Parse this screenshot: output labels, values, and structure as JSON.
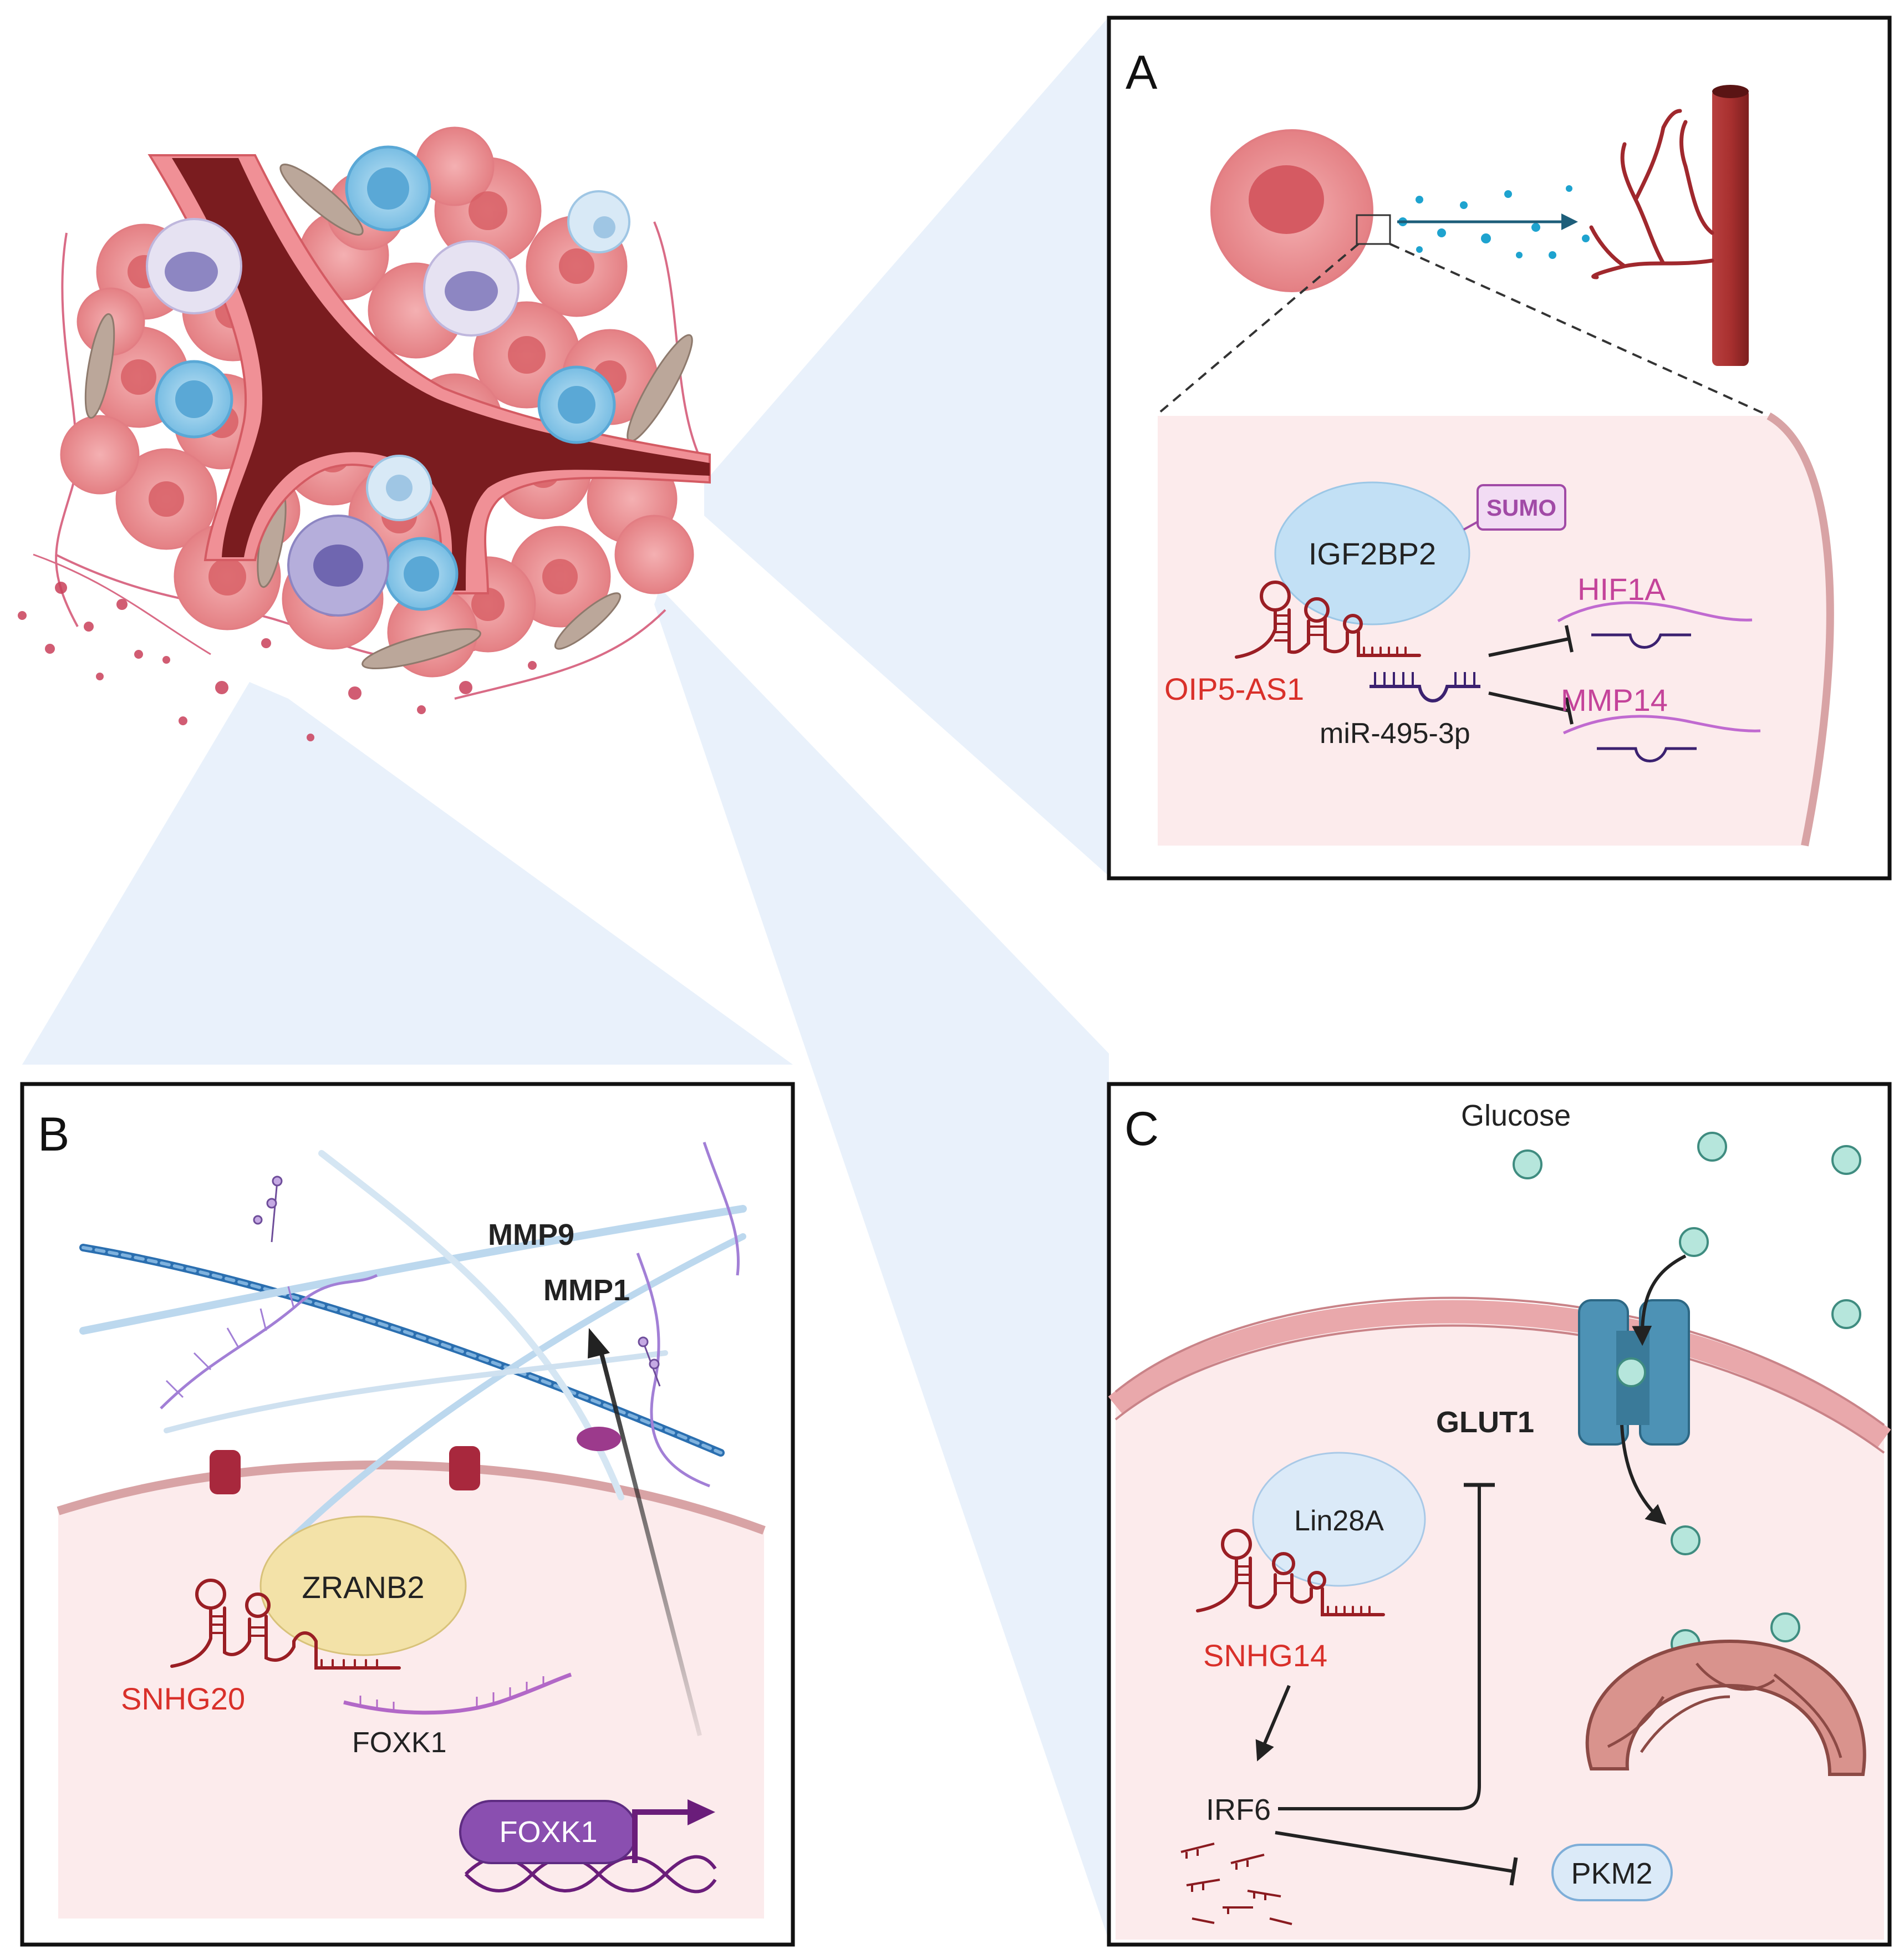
{
  "panels": {
    "a": {
      "letter": "A",
      "protein": "IGF2BP2",
      "modifier": "SUMO",
      "lncrna": "OIP5-AS1",
      "mirna": "miR-495-3p",
      "targets": [
        "HIF1A",
        "MMP14"
      ]
    },
    "b": {
      "letter": "B",
      "enzymes": [
        "MMP9",
        "MMP1"
      ],
      "protein": "ZRANB2",
      "lncrna": "SNHG20",
      "mrna": "FOXK1",
      "tf": "FOXK1"
    },
    "c": {
      "letter": "C",
      "metabolite": "Glucose",
      "transporter": "GLUT1",
      "protein": "Lin28A",
      "lncrna": "SNHG14",
      "regulator": "IRF6",
      "enzyme": "PKM2"
    }
  },
  "colors": {
    "lncrna_text": "#d9302a",
    "target_text": "#c4439a",
    "cell_pink": "#f3a3a6",
    "vessel_red": "#7a1c1f",
    "immune_blue": "#8fcbe8",
    "cytoplasm": "#fcebec",
    "protein_blue": "#c2e0f5",
    "zranb2_yellow": "#f3e2a8",
    "glucose_teal": "#b6e6dc",
    "transporter_blue": "#4d92b5",
    "foxk1_purple": "#8a4fb0",
    "ecm_blue": "#bcd8ee"
  },
  "icons": [
    "tumor-cell-icon",
    "blood-vessel-icon",
    "mitochondrion-icon",
    "dna-icon",
    "rna-hairpin-icon",
    "transporter-icon",
    "collagen-fiber-icon"
  ]
}
